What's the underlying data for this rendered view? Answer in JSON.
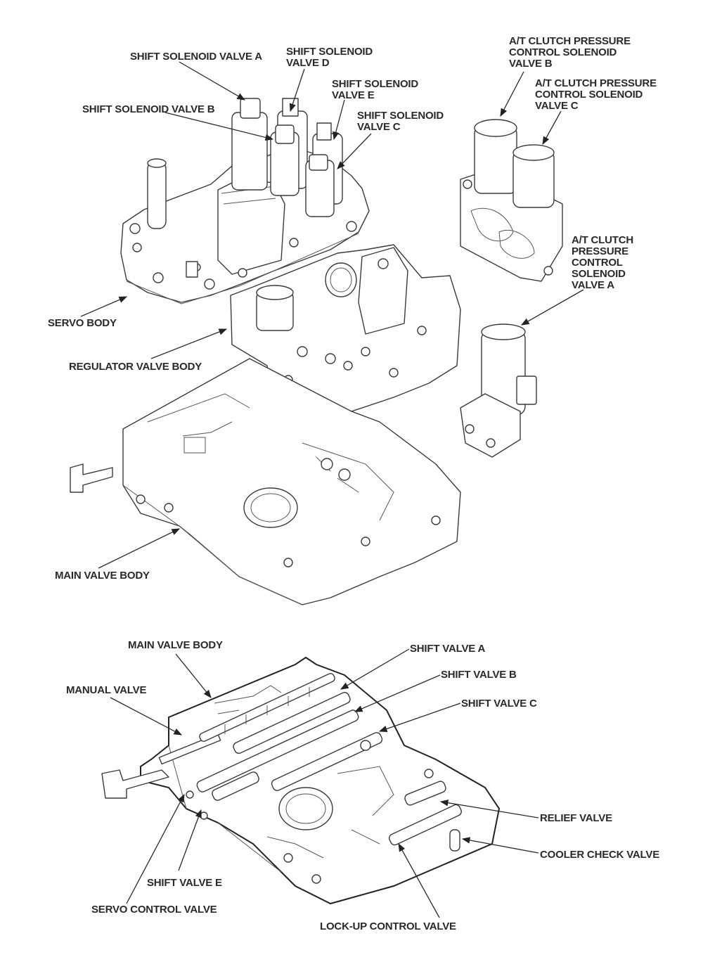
{
  "diagram": {
    "title": "Transmission valve body exploded view",
    "upper_labels": {
      "shift_solenoid_a": "SHIFT SOLENOID VALVE A",
      "shift_solenoid_b": "SHIFT SOLENOID VALVE B",
      "shift_solenoid_d": "SHIFT SOLENOID\nVALVE D",
      "shift_solenoid_e": "SHIFT SOLENOID\nVALVE E",
      "shift_solenoid_c": "SHIFT SOLENOID\nVALVE C",
      "at_clutch_b": "A/T CLUTCH PRESSURE\nCONTROL SOLENOID\nVALVE B",
      "at_clutch_c": "A/T CLUTCH PRESSURE\nCONTROL SOLENOID\nVALVE C",
      "at_clutch_a": "A/T CLUTCH\nPRESSURE\nCONTROL\nSOLENOID\nVALVE A",
      "servo_body": "SERVO BODY",
      "regulator_valve_body": "REGULATOR VALVE BODY",
      "main_valve_body": "MAIN VALVE BODY"
    },
    "lower_labels": {
      "main_valve_body": "MAIN VALVE BODY",
      "manual_valve": "MANUAL VALVE",
      "shift_valve_a": "SHIFT VALVE A",
      "shift_valve_b": "SHIFT VALVE B",
      "shift_valve_c": "SHIFT VALVE C",
      "relief_valve": "RELIEF VALVE",
      "cooler_check_valve": "COOLER CHECK VALVE",
      "shift_valve_e": "SHIFT VALVE E",
      "servo_control_valve": "SERVO CONTROL VALVE",
      "lockup_control_valve": "LOCK-UP CONTROL VALVE"
    }
  }
}
